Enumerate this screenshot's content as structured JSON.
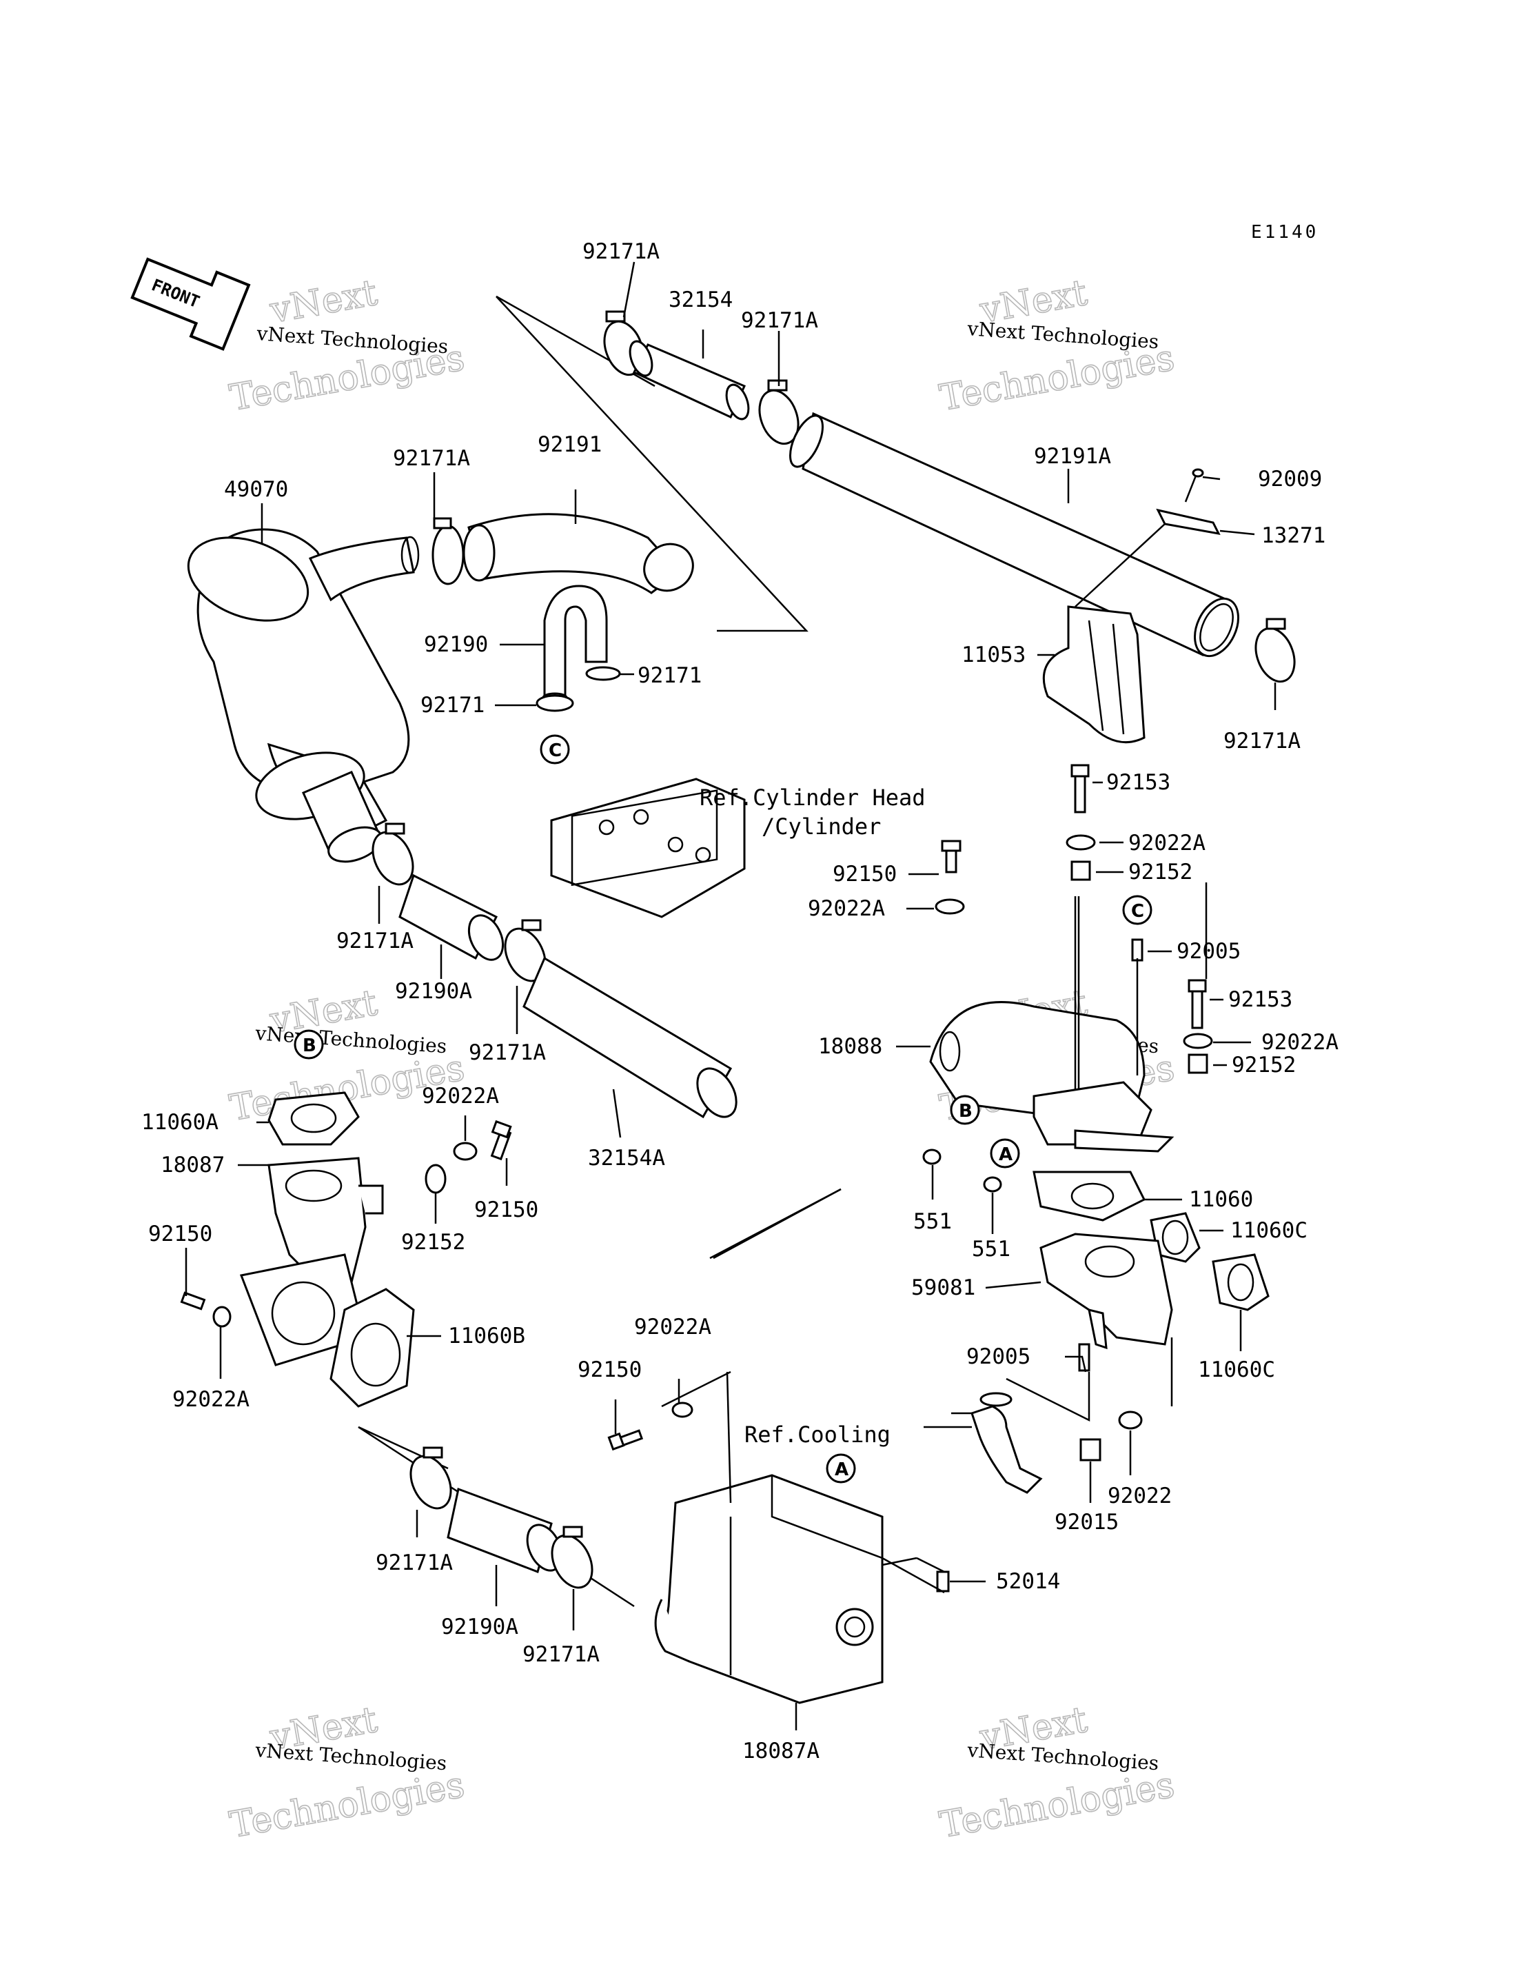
{
  "diagram_code": "E1140",
  "front_label": "FRONT",
  "watermark": {
    "line1": "vNext",
    "line2": "vNext Technologies",
    "line3": "Technologies"
  },
  "circle_refs": {
    "a": "A",
    "b": "B",
    "c": "C"
  },
  "refs": {
    "cylinder_head_1": "Ref.Cylinder Head",
    "cylinder_head_2": "/Cylinder",
    "cooling": "Ref.Cooling"
  },
  "labels": {
    "l92171A_top": "92171A",
    "l32154": "32154",
    "l92171A_b": "92171A",
    "l92171A_c": "92171A",
    "l92191": "92191",
    "l49070": "49070",
    "l92191A": "92191A",
    "l92009": "92009",
    "l13271": "13271",
    "l92190": "92190",
    "l92171_r": "92171",
    "l92171_l": "92171",
    "l11053": "11053",
    "l92171A_d": "92171A",
    "l92153_a": "92153",
    "l92022A_a": "92022A",
    "l92152_a": "92152",
    "l92150_a": "92150",
    "l92022A_b": "92022A",
    "l92005_a": "92005",
    "l92171A_e": "92171A",
    "l92190A_a": "92190A",
    "l92171A_f": "92171A",
    "l92153_b": "92153",
    "l92022A_c": "92022A",
    "l18088": "18088",
    "l92152_b": "92152",
    "l92022A_d": "92022A",
    "l11060A": "11060A",
    "l18087": "18087",
    "l92150_b": "92150",
    "l92152_c": "92152",
    "l32154A": "32154A",
    "l551_a": "551",
    "l551_b": "551",
    "l11060": "11060",
    "l11060C_a": "11060C",
    "l59081": "59081",
    "l92150_c": "92150",
    "l11060B": "11060B",
    "l92022A_e": "92022A",
    "l11060C_b": "11060C",
    "l92022A_f": "92022A",
    "l92150_d": "92150",
    "l92005_b": "92005",
    "l92022": "92022",
    "l92015": "92015",
    "l52014": "52014",
    "l92171A_g": "92171A",
    "l92190A_b": "92190A",
    "l92171A_h": "92171A",
    "l18087A": "18087A"
  }
}
